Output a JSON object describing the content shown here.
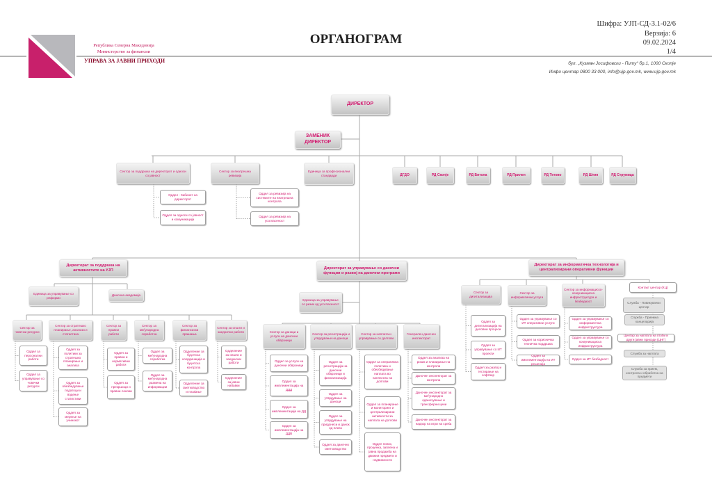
{
  "header": {
    "title": "ОРГАНОГРАМ",
    "republic": "Република Северна Македонија",
    "ministry": "Министерство за финансии",
    "agency": "УПРАВА ЗА ЈАВНИ ПРИХОДИ",
    "code": "Шифра: УЈП-СД-3.1-02/6",
    "version": "Верзија: 6",
    "date": "09.02.2024",
    "page": "1/4",
    "address": "бул. „Кузман Јосифовски - Питу“ бр.1, 1000 Скопје",
    "contact": "Инфо центар 0800 33 000, info@ujp.gov.mk, www.ujp.gov.mk"
  },
  "colors": {
    "brand_pink": "#c8206b",
    "logo_grey": "#b8b8bc",
    "text_pink": "#d1166d"
  },
  "chart": {
    "director": "ДИРЕКТОР",
    "deputy": "ЗАМЕНИК ДИРЕКТОР",
    "staff": [
      {
        "name": "Сектор за поддршка на директорот и односи со јавност",
        "units": [
          "Оддел - Кабинет на директорот",
          "Оддел за односи со јавност и комуникација"
        ]
      },
      {
        "name": "Сектор за внатрешна ревизија",
        "units": [
          "Оддел за ревизија на системите на внатрешна контрола",
          "Оддел за ревизија на усогласеност"
        ]
      },
      {
        "name": "Единица за професионални стандарди",
        "units": []
      }
    ],
    "regional": [
      "ДГДО",
      "РД Скопје",
      "РД Битола",
      "РД Прилеп",
      "РД Тетово",
      "РД Штип",
      "РД Струмица"
    ],
    "directorates": [
      {
        "name": "Директорат за поддршка на активностите на УЈП",
        "units": [
          "Единица за управување со реформи",
          "Даночна академија"
        ],
        "sectors": [
          {
            "name": "Сектор за човечки ресурси",
            "units": [
              "Оддел за персонални работи",
              "Оддел за управување со човечки ресурси"
            ]
          },
          {
            "name": "Сектор за стратешко планирање, анализи и статистика",
            "units": [
              "Оддел за политики за стратешко планирање и анализа",
              "Оддел за обезбедување податоци и водење статистики",
              "Оддел за мерење на учинокот"
            ]
          },
          {
            "name": "Сектор за правни работи",
            "units": [
              "Оддел за правни и нормативни работи",
              "Оддел за прекршоци и правни лекови"
            ]
          },
          {
            "name": "Сектор за меѓународна соработка",
            "units": [
              "Оддел за меѓународна соработка",
              "Оддел за меѓународна размена на информации"
            ]
          },
          {
            "name": "Сектор за финансиски прашања",
            "units": [
              "Одделение за буџетска координација и буџетска контрола",
              "Одделение за сметководство и плаќање"
            ]
          },
          {
            "name": "Сектор за општи и заеднички работи",
            "units": [
              "Одделение за општи и заеднички работи",
              "Одделение за јавни набавки"
            ]
          }
        ]
      },
      {
        "name": "Директорат за управување со даночни функции и развој на даночни програми",
        "units": [
          "Единица за управување со ризик од усогласеност"
        ],
        "sectors": [
          {
            "name": "Сектор за даноци и услуги на даночни обврзници",
            "units": [
              "Оддел за услуги на даночни обврзници",
              "Оддел за имплементација на ДДД",
              "Оддел за имплементација на ДД",
              "Оддел за имплементација на ДДВ"
            ]
          },
          {
            "name": "Сектор за регистрација и утврдување на даноци",
            "units": [
              "Оддел за регистрација на даночни обврзници и фискализација",
              "Оддел за утврдување на даноци",
              "Оддел за утврдување на придонеси и данок од плата",
              "Оддел за даночно сметководство"
            ]
          },
          {
            "name": "Сектор за наплата и управување со долгови",
            "units": [
              "Оддел за оперативна политика и обезбедување наплата во наплатата на долгови",
              "Оддел за планирање и мониторинг и централизирани активности за наплата на долгови",
              "Оддел попис, проценка, заплена и јавна продажба на движни предмети и недвижности"
            ]
          },
          {
            "name": "Генерален даночен инспекторат",
            "units": [
              "Оддел за анализа на ризик и планирање на контроли",
              "Даночен инспекторат за контрола",
              "Даночен инспекторат за меѓународно оданочување и трансферни цени",
              "Даночен инспекторат за надзор на игри на среќа"
            ]
          }
        ]
      },
      {
        "name": "Директорат за информатичка технологија и централизирани оперативни функции",
        "sectors": [
          {
            "name": "Сектор за дигитализација",
            "units": [
              "Оддел за дигитализација на деловни процеси",
              "Оддел за управување со ИТ проекти",
              "Оддел за развој и тестирање на софтвер"
            ]
          },
          {
            "name": "Сектор за информатички услуги",
            "units": [
              "Оддел за управување со ИТ оперативни услуги",
              "Оддел за корисничка техничка поддршка",
              "Оддел за имплементација на ИТ решенија"
            ]
          },
          {
            "name": "Сектор за информациско-комуникациска инфраструктура и безбедност",
            "units": [
              "Оддел за управување со информатичка инфраструктура",
              "Оддел за управување со комуникациска инфраструктура",
              "Оддел за ИТ безбедност"
            ]
          },
          {
            "name": "Контакт центар (КЦ)",
            "units": [
              "Служба - Повикувачки центар",
              "Служба - Приемна канцеларија"
            ]
          },
          {
            "name": "Центар за наплата на глоби и други јавни приходи (ЦНГ)",
            "units": [
              "Служба за наплата",
              "Служба за прием, контрола и обработка на предмети"
            ]
          }
        ]
      }
    ]
  }
}
